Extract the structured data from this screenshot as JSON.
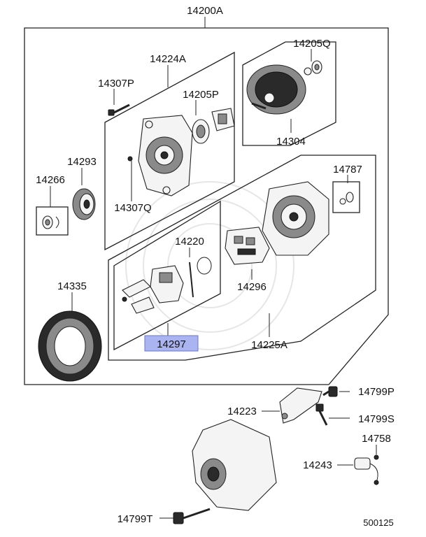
{
  "diagram": {
    "labels": {
      "assembly": "14200A",
      "rear_bracket_assy": "14224A",
      "rear_bearing": "14205P",
      "bolt_small": "14307P",
      "screw": "14307Q",
      "front_bearing": "14205Q",
      "rotor": "14304",
      "pulley": "14293",
      "nut_washer": "14266",
      "seal_kit": "14787",
      "regulator_assy": "14225A",
      "brush_holder": "14220",
      "rectifier": "14296",
      "regulator": "14297",
      "stator": "14335",
      "bracket": "14223",
      "bolt_p": "14799P",
      "bolt_s": "14799S",
      "terminal": "14758",
      "condenser": "14243",
      "long_bolt": "14799T"
    },
    "figure_code": "500125",
    "highlighted_part": "14297",
    "highlight_color": "#aab4f0"
  }
}
